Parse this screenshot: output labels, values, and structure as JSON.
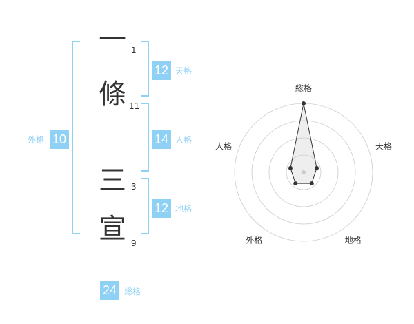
{
  "name": {
    "chars": [
      {
        "char": "一",
        "strokes": "1"
      },
      {
        "char": "條",
        "strokes": "11"
      },
      {
        "char": "三",
        "strokes": "3"
      },
      {
        "char": "宣",
        "strokes": "9"
      }
    ]
  },
  "fortune": {
    "tenkaku": {
      "value": "12",
      "label": "天格"
    },
    "jinkaku": {
      "value": "14",
      "label": "人格"
    },
    "chikaku": {
      "value": "12",
      "label": "地格"
    },
    "gaikaku": {
      "value": "10",
      "label": "外格"
    },
    "soukaku": {
      "value": "24",
      "label": "総格"
    }
  },
  "colors": {
    "accent": "#8fd0f5",
    "text": "#333333",
    "grid": "#cccccc"
  },
  "chart_data": {
    "type": "radar",
    "axes": [
      "総格",
      "天格",
      "地格",
      "外格",
      "人格"
    ],
    "values": [
      5,
      1,
      1,
      1,
      1
    ],
    "rmax": 5,
    "rings": 4
  }
}
